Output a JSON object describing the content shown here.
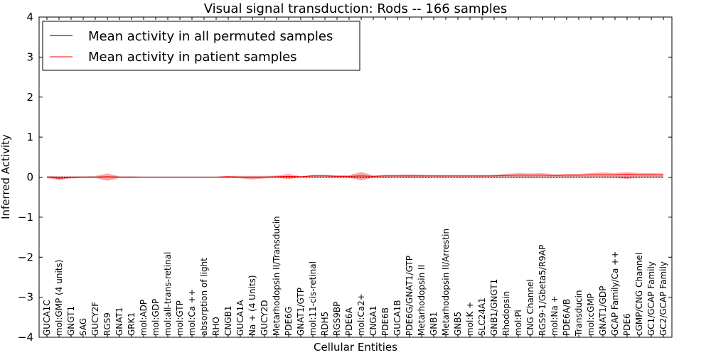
{
  "chart_data": {
    "type": "line",
    "title": "Visual signal transduction: Rods -- 166 samples",
    "xlabel": "Cellular Entities",
    "ylabel": "Inferred Activity",
    "ylim": [
      -4,
      4
    ],
    "yticks": [
      "−4",
      "−3",
      "−2",
      "−1",
      "0",
      "1",
      "2",
      "3",
      "4"
    ],
    "ytick_values": [
      -4,
      -3,
      -2,
      -1,
      0,
      1,
      2,
      3,
      4
    ],
    "grid": false,
    "legend_position": "top-left",
    "categories": [
      "GUCA1C",
      "mol:GMP (4 units)",
      "GNGT1",
      "SAG",
      "GUCY2F",
      "RGS9",
      "GNAT1",
      "GRK1",
      "mol:ADP",
      "mol:GDP",
      "mol:all-trans-retinal",
      "mol:GTP",
      "mol:Ca ++",
      "absorption of light",
      "RHO",
      "CNGB1",
      "GUCA1A",
      "Na + (4 Units)",
      "GUCY2D",
      "Metarhodopsin II/Transducin",
      "PDE6G",
      "GNAT1/GTP",
      "mol:11-cis-retinal",
      "RDH5",
      "RGS9BP",
      "PDE6A",
      "mol:Ca2+",
      "CNGA1",
      "PDE6B",
      "GUCA1B",
      "PDE6G/GNAT1/GTP",
      "Metarhodopsin II",
      "GNB1",
      "Metarhodopsin II/Arrestin",
      "GNB5",
      "mol:K +",
      "SLC24A1",
      "GNB1/GNGT1",
      "Rhodopsin",
      "mol:Pi",
      "CNG Channel",
      "RGS9-1/Gbeta5/R9AP",
      "mol:Na +",
      "PDE6A/B",
      "Transducin",
      "mol:cGMP",
      "GNAT1/GDP",
      "GCAP Family/Ca ++",
      "PDE6",
      "cGMP/CNG Channel",
      "GC1/GCAP Family",
      "GC2/GCAP Family"
    ],
    "series": [
      {
        "name": "Mean activity in all permuted samples",
        "color": "#000000",
        "values": [
          0.0,
          -0.01,
          0.0,
          0.0,
          0.0,
          0.01,
          0.0,
          0.0,
          0.0,
          0.0,
          0.0,
          0.0,
          0.0,
          0.0,
          0.0,
          0.0,
          0.0,
          -0.01,
          0.0,
          0.0,
          0.0,
          0.0,
          0.0,
          0.0,
          0.0,
          0.0,
          0.0,
          0.0,
          0.0,
          0.0,
          0.0,
          0.0,
          0.0,
          0.0,
          0.0,
          0.0,
          0.0,
          0.0,
          0.0,
          0.0,
          0.0,
          0.0,
          0.0,
          0.0,
          0.0,
          0.0,
          0.0,
          0.0,
          0.0,
          0.0,
          0.0,
          0.0
        ]
      },
      {
        "name": "Mean activity in patient samples",
        "color": "#ff0000",
        "values": [
          0.0,
          -0.03,
          -0.01,
          0.0,
          0.0,
          0.01,
          0.0,
          0.0,
          0.0,
          0.0,
          0.0,
          0.0,
          0.0,
          0.0,
          0.0,
          0.01,
          0.0,
          -0.01,
          0.0,
          0.01,
          0.02,
          0.01,
          0.03,
          0.03,
          0.02,
          0.02,
          0.03,
          0.02,
          0.03,
          0.03,
          0.03,
          0.03,
          0.03,
          0.03,
          0.03,
          0.03,
          0.03,
          0.03,
          0.04,
          0.05,
          0.05,
          0.05,
          0.04,
          0.05,
          0.05,
          0.06,
          0.06,
          0.06,
          0.07,
          0.06,
          0.06,
          0.06
        ],
        "band_low": [
          -0.02,
          -0.07,
          -0.03,
          -0.02,
          -0.02,
          -0.09,
          -0.02,
          -0.02,
          -0.01,
          -0.01,
          -0.01,
          -0.01,
          -0.01,
          -0.01,
          -0.01,
          -0.02,
          -0.03,
          -0.06,
          -0.03,
          -0.01,
          -0.05,
          0.0,
          0.0,
          0.0,
          0.0,
          -0.01,
          -0.08,
          -0.01,
          0.0,
          0.0,
          -0.01,
          0.0,
          0.0,
          0.0,
          0.0,
          0.0,
          0.0,
          0.0,
          0.0,
          -0.01,
          -0.01,
          0.0,
          0.0,
          0.0,
          0.0,
          0.0,
          0.0,
          -0.01,
          -0.05,
          0.0,
          0.0,
          0.0
        ],
        "band_high": [
          0.03,
          0.02,
          0.02,
          0.02,
          0.03,
          0.09,
          0.02,
          0.02,
          0.01,
          0.01,
          0.01,
          0.01,
          0.01,
          0.01,
          0.01,
          0.03,
          0.03,
          0.03,
          0.03,
          0.04,
          0.08,
          0.02,
          0.06,
          0.06,
          0.05,
          0.05,
          0.13,
          0.04,
          0.06,
          0.06,
          0.07,
          0.06,
          0.05,
          0.05,
          0.05,
          0.05,
          0.05,
          0.06,
          0.08,
          0.1,
          0.09,
          0.1,
          0.07,
          0.08,
          0.08,
          0.1,
          0.12,
          0.1,
          0.13,
          0.1,
          0.1,
          0.09
        ]
      }
    ]
  }
}
